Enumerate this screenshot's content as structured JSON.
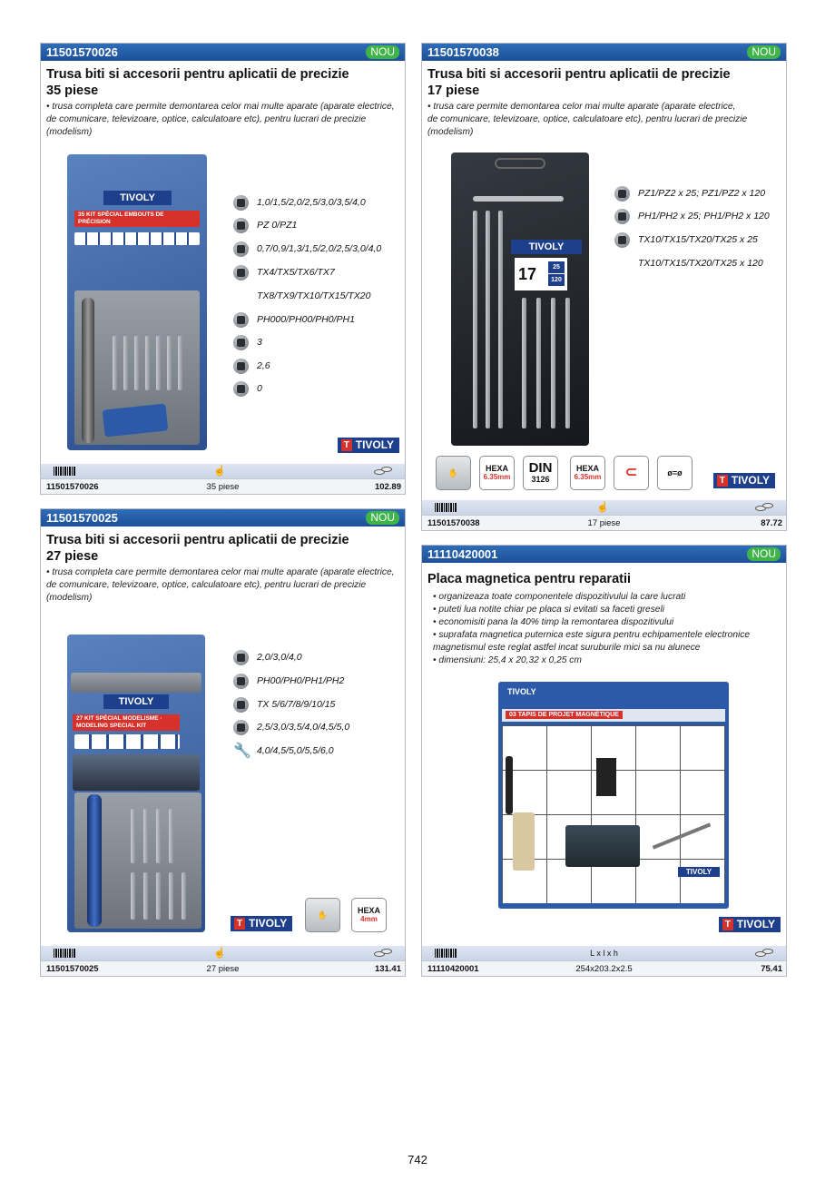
{
  "page": {
    "number": "742"
  },
  "products": [
    {
      "code": "11501570026",
      "badge": "NOU",
      "title_line1": "Trusa biti si accesorii pentru aplicatii de precizie",
      "title_line2": "35 piese",
      "description": [
        "• trusa completa care permite demontarea celor mai multe aparate (aparate electrice,",
        "de comunicare, televizoare, optice, calculatoare etc), pentru lucrari de precizie",
        "(modelism)"
      ],
      "specs": [
        {
          "icon": "slotted-bit-icon",
          "text": "1,0/1,5/2,0/2,5/3,0/3,5/4,0"
        },
        {
          "icon": "pozidriv-bit-icon",
          "text": "PZ 0/PZ1"
        },
        {
          "icon": "hex-bit-icon",
          "text": "0,7/0,9/1,3/1,5/2,0/2,5/3,0/4,0"
        },
        {
          "icon": "torx-bit-icon",
          "text": "TX4/TX5/TX6/TX7"
        },
        {
          "icon": "",
          "text": "TX8/TX9/TX10/TX15/TX20"
        },
        {
          "icon": "phillips-bit-icon",
          "text": "PH000/PH00/PH0/PH1"
        },
        {
          "icon": "tri-wing-bit-icon",
          "text": "3"
        },
        {
          "icon": "spanner-bit-icon",
          "text": "2,6"
        },
        {
          "icon": "square-bit-icon",
          "text": "0"
        }
      ],
      "brand": "TIVOLY",
      "pack_brand": "TIVOLY",
      "pack_text": "35 KIT SPÉCIAL EMBOUTS DE PRÉCISION",
      "footer_middle": "35 piese",
      "price": "102.89"
    },
    {
      "code": "11501570038",
      "badge": "NOU",
      "title_line1": "Trusa biti si accesorii pentru aplicatii de precizie",
      "title_line2": "17 piese",
      "description": [
        "• trusa care permite demontarea celor mai multe aparate (aparate electrice,",
        "de comunicare, televizoare, optice, calculatoare etc), pentru lucrari de precizie",
        "(modelism)"
      ],
      "specs": [
        {
          "icon": "pozidriv-bit-icon",
          "text": "PZ1/PZ2 x 25; PZ1/PZ2 x 120"
        },
        {
          "icon": "phillips-bit-icon",
          "text": "PH1/PH2 x 25; PH1/PH2 x 120"
        },
        {
          "icon": "torx-bit-icon",
          "text": "TX10/TX15/TX20/TX25 x 25"
        },
        {
          "icon": "",
          "text": "TX10/TX15/TX20/TX25 x 120"
        }
      ],
      "features": [
        {
          "icon": "screwdriver-hand-icon",
          "line1": "",
          "line2": ""
        },
        {
          "icon": "hexa-635-icon",
          "line1": "HEXA",
          "line2": "6.35mm"
        },
        {
          "icon": "din-3126-icon",
          "line1": "DIN",
          "line2": "3126"
        },
        {
          "icon": "hexa-635-bit-icon",
          "line1": "HEXA",
          "line2": "6.35mm"
        },
        {
          "icon": "magnet-icon",
          "line1": "",
          "line2": ""
        },
        {
          "icon": "diameter-equal-icon",
          "line1": "ø=ø",
          "line2": ""
        }
      ],
      "brand": "TIVOLY",
      "pack_brand": "TIVOLY",
      "pack_count": "17",
      "pack_sizes": [
        "25",
        "120"
      ],
      "footer_middle": "17 piese",
      "price": "87.72"
    },
    {
      "code": "11501570025",
      "badge": "NOU",
      "title_line1": "Trusa biti si accesorii pentru aplicatii de precizie",
      "title_line2": "27 piese",
      "description": [
        "• trusa completa care permite demontarea celor mai multe aparate (aparate electrice,",
        "de comunicare, televizoare, optice, calculatoare etc), pentru lucrari de precizie",
        "(modelism)"
      ],
      "specs": [
        {
          "icon": "slotted-bit-icon",
          "text": "2,0/3,0/4,0"
        },
        {
          "icon": "phillips-bit-icon",
          "text": "PH00/PH0/PH1/PH2"
        },
        {
          "icon": "torx-bit-icon",
          "text": "TX 5/6/7/8/9/10/15"
        },
        {
          "icon": "hex-bit-icon",
          "text": "2,5/3,0/3,5/4,0/4,5/5,0"
        },
        {
          "icon": "wrench-icon",
          "text": "4,0/4,5/5,0/5,5/6,0"
        }
      ],
      "features": [
        {
          "icon": "hand-grip-icon",
          "line1": "",
          "line2": ""
        },
        {
          "icon": "hexa-4mm-icon",
          "line1": "HEXA",
          "line2": "4mm"
        }
      ],
      "brand": "TIVOLY",
      "pack_brand": "TIVOLY",
      "pack_text": "27 KIT SPÉCIAL MODELISME · MODELING SPECIAL KIT",
      "footer_middle": "27 piese",
      "price": "131.41"
    },
    {
      "code": "11110420001",
      "badge": "NOU",
      "title_line1": "Placa magnetica pentru reparatii",
      "description": [
        "• organizeaza toate componentele dispozitivului la care lucrati",
        "• puteti lua notite chiar pe placa si evitati sa faceti greseli",
        "• economisiti pana la 40% timp la remontarea dispozitivului",
        "• suprafata magnetica puternica este sigura pentru echipamentele electronice",
        "magnetismul este reglat astfel incat suruburile mici sa nu alunece",
        "• dimensiuni: 25,4 x 20,32 x 0,25 cm"
      ],
      "brand": "TIVOLY",
      "board_brand": "TIVOLY",
      "board_title": "03 TAPIS DE PROJET MAGNÉTIQUE",
      "footer_label": "L x l x h",
      "footer_middle": "254x203.2x2.5",
      "price": "75.41"
    }
  ]
}
